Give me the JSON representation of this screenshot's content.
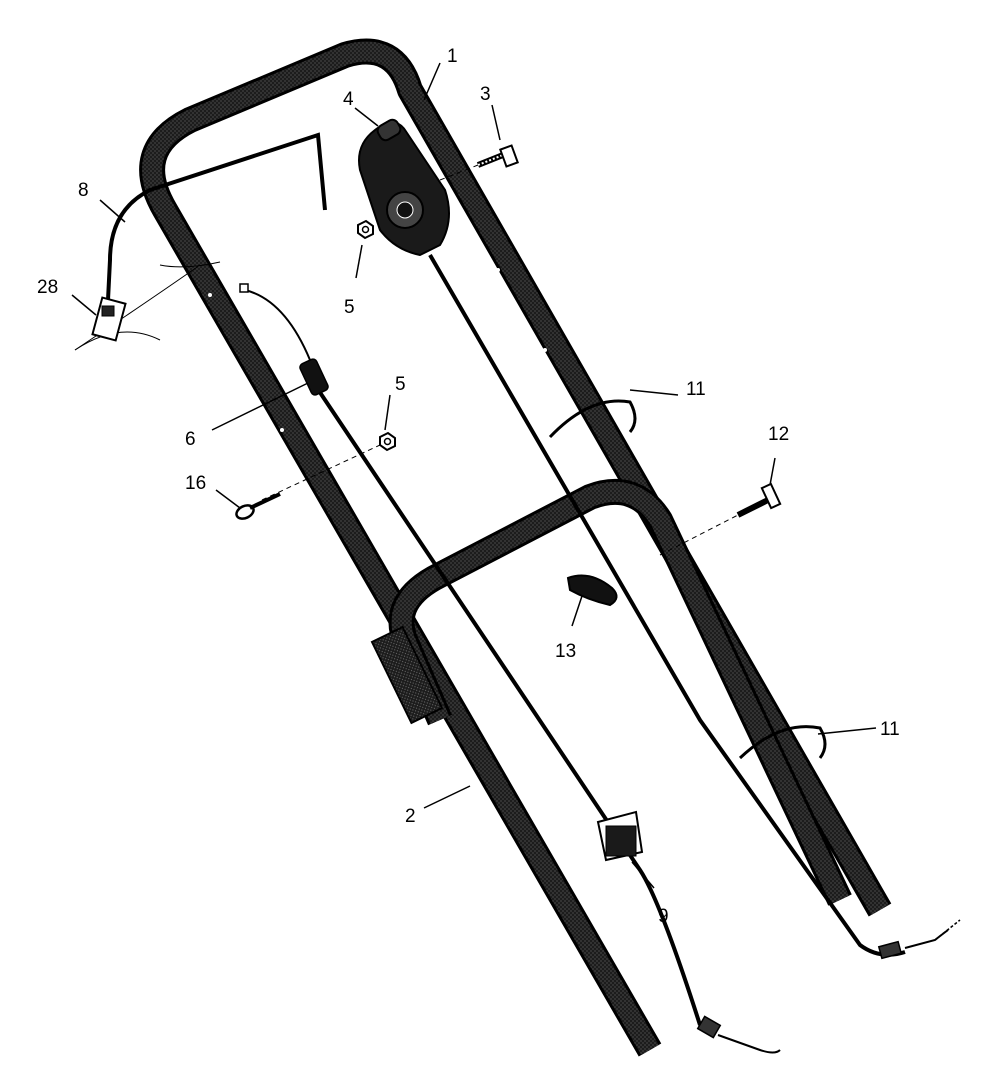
{
  "diagram": {
    "colors": {
      "ink": "#000000",
      "tube_fill": "#2a2a2a",
      "paper": "#ffffff"
    },
    "callouts": [
      {
        "id": "1",
        "text": "1"
      },
      {
        "id": "2",
        "text": "2"
      },
      {
        "id": "3",
        "text": "3"
      },
      {
        "id": "4",
        "text": "4"
      },
      {
        "id": "5a",
        "text": "5"
      },
      {
        "id": "5b",
        "text": "5"
      },
      {
        "id": "6",
        "text": "6"
      },
      {
        "id": "8",
        "text": "8"
      },
      {
        "id": "9",
        "text": "9"
      },
      {
        "id": "11a",
        "text": "11"
      },
      {
        "id": "11b",
        "text": "11"
      },
      {
        "id": "12",
        "text": "12"
      },
      {
        "id": "13",
        "text": "13"
      },
      {
        "id": "16",
        "text": "16"
      },
      {
        "id": "28",
        "text": "28"
      }
    ]
  }
}
